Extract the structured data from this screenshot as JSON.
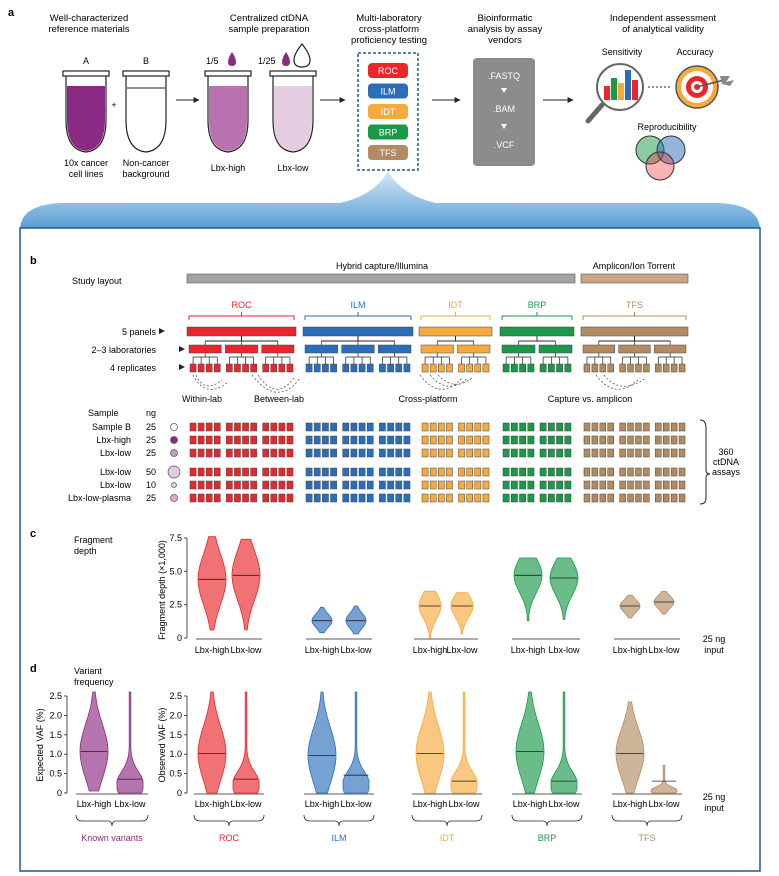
{
  "panel_letters": {
    "a": "a",
    "b": "b",
    "c": "c",
    "d": "d"
  },
  "colors": {
    "ROC": "#e8262b",
    "ILM": "#2a6ebb",
    "IDT": "#f7a93b",
    "BRP": "#1a9a48",
    "TFS": "#b38b62",
    "gray_bar": "#a3a3a3",
    "known": "#8b2a82",
    "frame": "#1f5a91"
  },
  "panel_a": {
    "step1_title": [
      "Well-characterized",
      "reference materials"
    ],
    "step2_title": [
      "Centralized ctDNA",
      "sample preparation"
    ],
    "step3_title": [
      "Multi-laboratory",
      "cross-platform",
      "proficiency testing"
    ],
    "step4_title": [
      "Bioinformatic",
      "analysis by assay",
      "vendors"
    ],
    "step5_title": [
      "Independent assessment",
      "of analytical validity"
    ],
    "tube_a_label": "A",
    "tube_b_label": "B",
    "plus": "+",
    "tube_a_caption": [
      "10x cancer",
      "cell lines"
    ],
    "tube_b_caption": [
      "Non-cancer",
      "background"
    ],
    "dilution_high": "1/5",
    "dilution_low": "1/25",
    "tube_high_caption": "Lbx-high",
    "tube_low_caption": "Lbx-low",
    "vendors": [
      "ROC",
      "ILM",
      "IDT",
      "BRP",
      "TFS"
    ],
    "files": [
      ".FASTQ",
      ".BAM",
      ".VCF"
    ],
    "sensitivity": "Sensitivity",
    "accuracy": "Accuracy",
    "reproducibility": "Reproducibility"
  },
  "panel_b": {
    "study_layout": "Study layout",
    "hybrid_label": "Hybrid capture/Illumina",
    "amplicon_label": "Amplicon/Ion Torrent",
    "vendors": [
      "ROC",
      "ILM",
      "IDT",
      "BRP",
      "TFS"
    ],
    "row_labels": [
      "5 panels",
      "2–3 laboratories",
      "4 replicates"
    ],
    "comparisons": [
      "Within-lab",
      "Between-lab",
      "Cross-platform",
      "Capture vs. amplicon"
    ],
    "sample_header": "Sample",
    "ng_header": "ng",
    "samples": [
      {
        "name": "Sample B",
        "ng": "25"
      },
      {
        "name": "Lbx-high",
        "ng": "25"
      },
      {
        "name": "Lbx-low",
        "ng": "25"
      },
      {
        "name": "Lbx-low",
        "ng": "50"
      },
      {
        "name": "Lbx-low",
        "ng": "10"
      },
      {
        "name": "Lbx-low-plasma",
        "ng": "25"
      }
    ],
    "total_assays": [
      "360",
      "ctDNA",
      "assays"
    ]
  },
  "panel_c": {
    "title": [
      "Fragment",
      "depth"
    ],
    "ylabel": "Fragment depth (×1,000)",
    "yticks": [
      "0",
      "2.5",
      "5.0",
      "7.5"
    ],
    "xticks": [
      "Lbx-high",
      "Lbx-low"
    ],
    "footnote": [
      "25 ng",
      "input"
    ]
  },
  "panel_d": {
    "title": [
      "Variant",
      "frequency"
    ],
    "ylabel_expected": "Expected VAF (%)",
    "ylabel_observed": "Observed VAF (%)",
    "yticks": [
      "0",
      "0.5",
      "1.0",
      "1.5",
      "2.0",
      "2.5"
    ],
    "xticks": [
      "Lbx-high",
      "Lbx-low"
    ],
    "group_labels": [
      "Known variants",
      "ROC",
      "ILM",
      "IDT",
      "BRP",
      "TFS"
    ],
    "footnote": [
      "25 ng",
      "input"
    ]
  },
  "chart_data": [
    {
      "type": "violin",
      "panel": "c",
      "ylabel": "Fragment depth (×1,000)",
      "ylim": [
        0,
        7.5
      ],
      "categories": [
        "Lbx-high",
        "Lbx-low"
      ],
      "series": [
        {
          "name": "ROC",
          "median": [
            4.4,
            4.7
          ],
          "min": [
            0.6,
            0.6
          ],
          "max": [
            7.6,
            7.4
          ]
        },
        {
          "name": "ILM",
          "median": [
            1.3,
            1.3
          ],
          "min": [
            0.4,
            0.3
          ],
          "max": [
            2.3,
            2.4
          ]
        },
        {
          "name": "IDT",
          "median": [
            2.4,
            2.4
          ],
          "min": [
            0.0,
            0.3
          ],
          "max": [
            3.5,
            3.4
          ]
        },
        {
          "name": "BRP",
          "median": [
            4.7,
            4.5
          ],
          "min": [
            1.3,
            1.4
          ],
          "max": [
            6.0,
            6.0
          ]
        },
        {
          "name": "TFS",
          "median": [
            2.4,
            2.7
          ],
          "min": [
            1.5,
            1.8
          ],
          "max": [
            3.2,
            3.5
          ]
        }
      ]
    },
    {
      "type": "violin",
      "panel": "d",
      "ylabel": "Observed VAF (%)",
      "ylim": [
        0,
        2.5
      ],
      "categories": [
        "Lbx-high",
        "Lbx-low"
      ],
      "series": [
        {
          "name": "Known variants",
          "median": [
            1.05,
            0.35
          ],
          "min": [
            0.05,
            0.0
          ],
          "max": [
            2.55,
            2.55
          ]
        },
        {
          "name": "ROC",
          "median": [
            1.0,
            0.35
          ],
          "min": [
            0.0,
            0.0
          ],
          "max": [
            2.55,
            2.55
          ]
        },
        {
          "name": "ILM",
          "median": [
            0.95,
            0.45
          ],
          "min": [
            0.0,
            0.0
          ],
          "max": [
            2.55,
            2.55
          ]
        },
        {
          "name": "IDT",
          "median": [
            1.0,
            0.3
          ],
          "min": [
            0.0,
            0.0
          ],
          "max": [
            2.55,
            2.55
          ]
        },
        {
          "name": "BRP",
          "median": [
            1.05,
            0.3
          ],
          "min": [
            0.0,
            0.0
          ],
          "max": [
            2.55,
            2.55
          ]
        },
        {
          "name": "TFS",
          "median": [
            1.0,
            0.3
          ],
          "min": [
            0.0,
            0.0
          ],
          "max": [
            2.3,
            0.7
          ]
        }
      ]
    }
  ]
}
